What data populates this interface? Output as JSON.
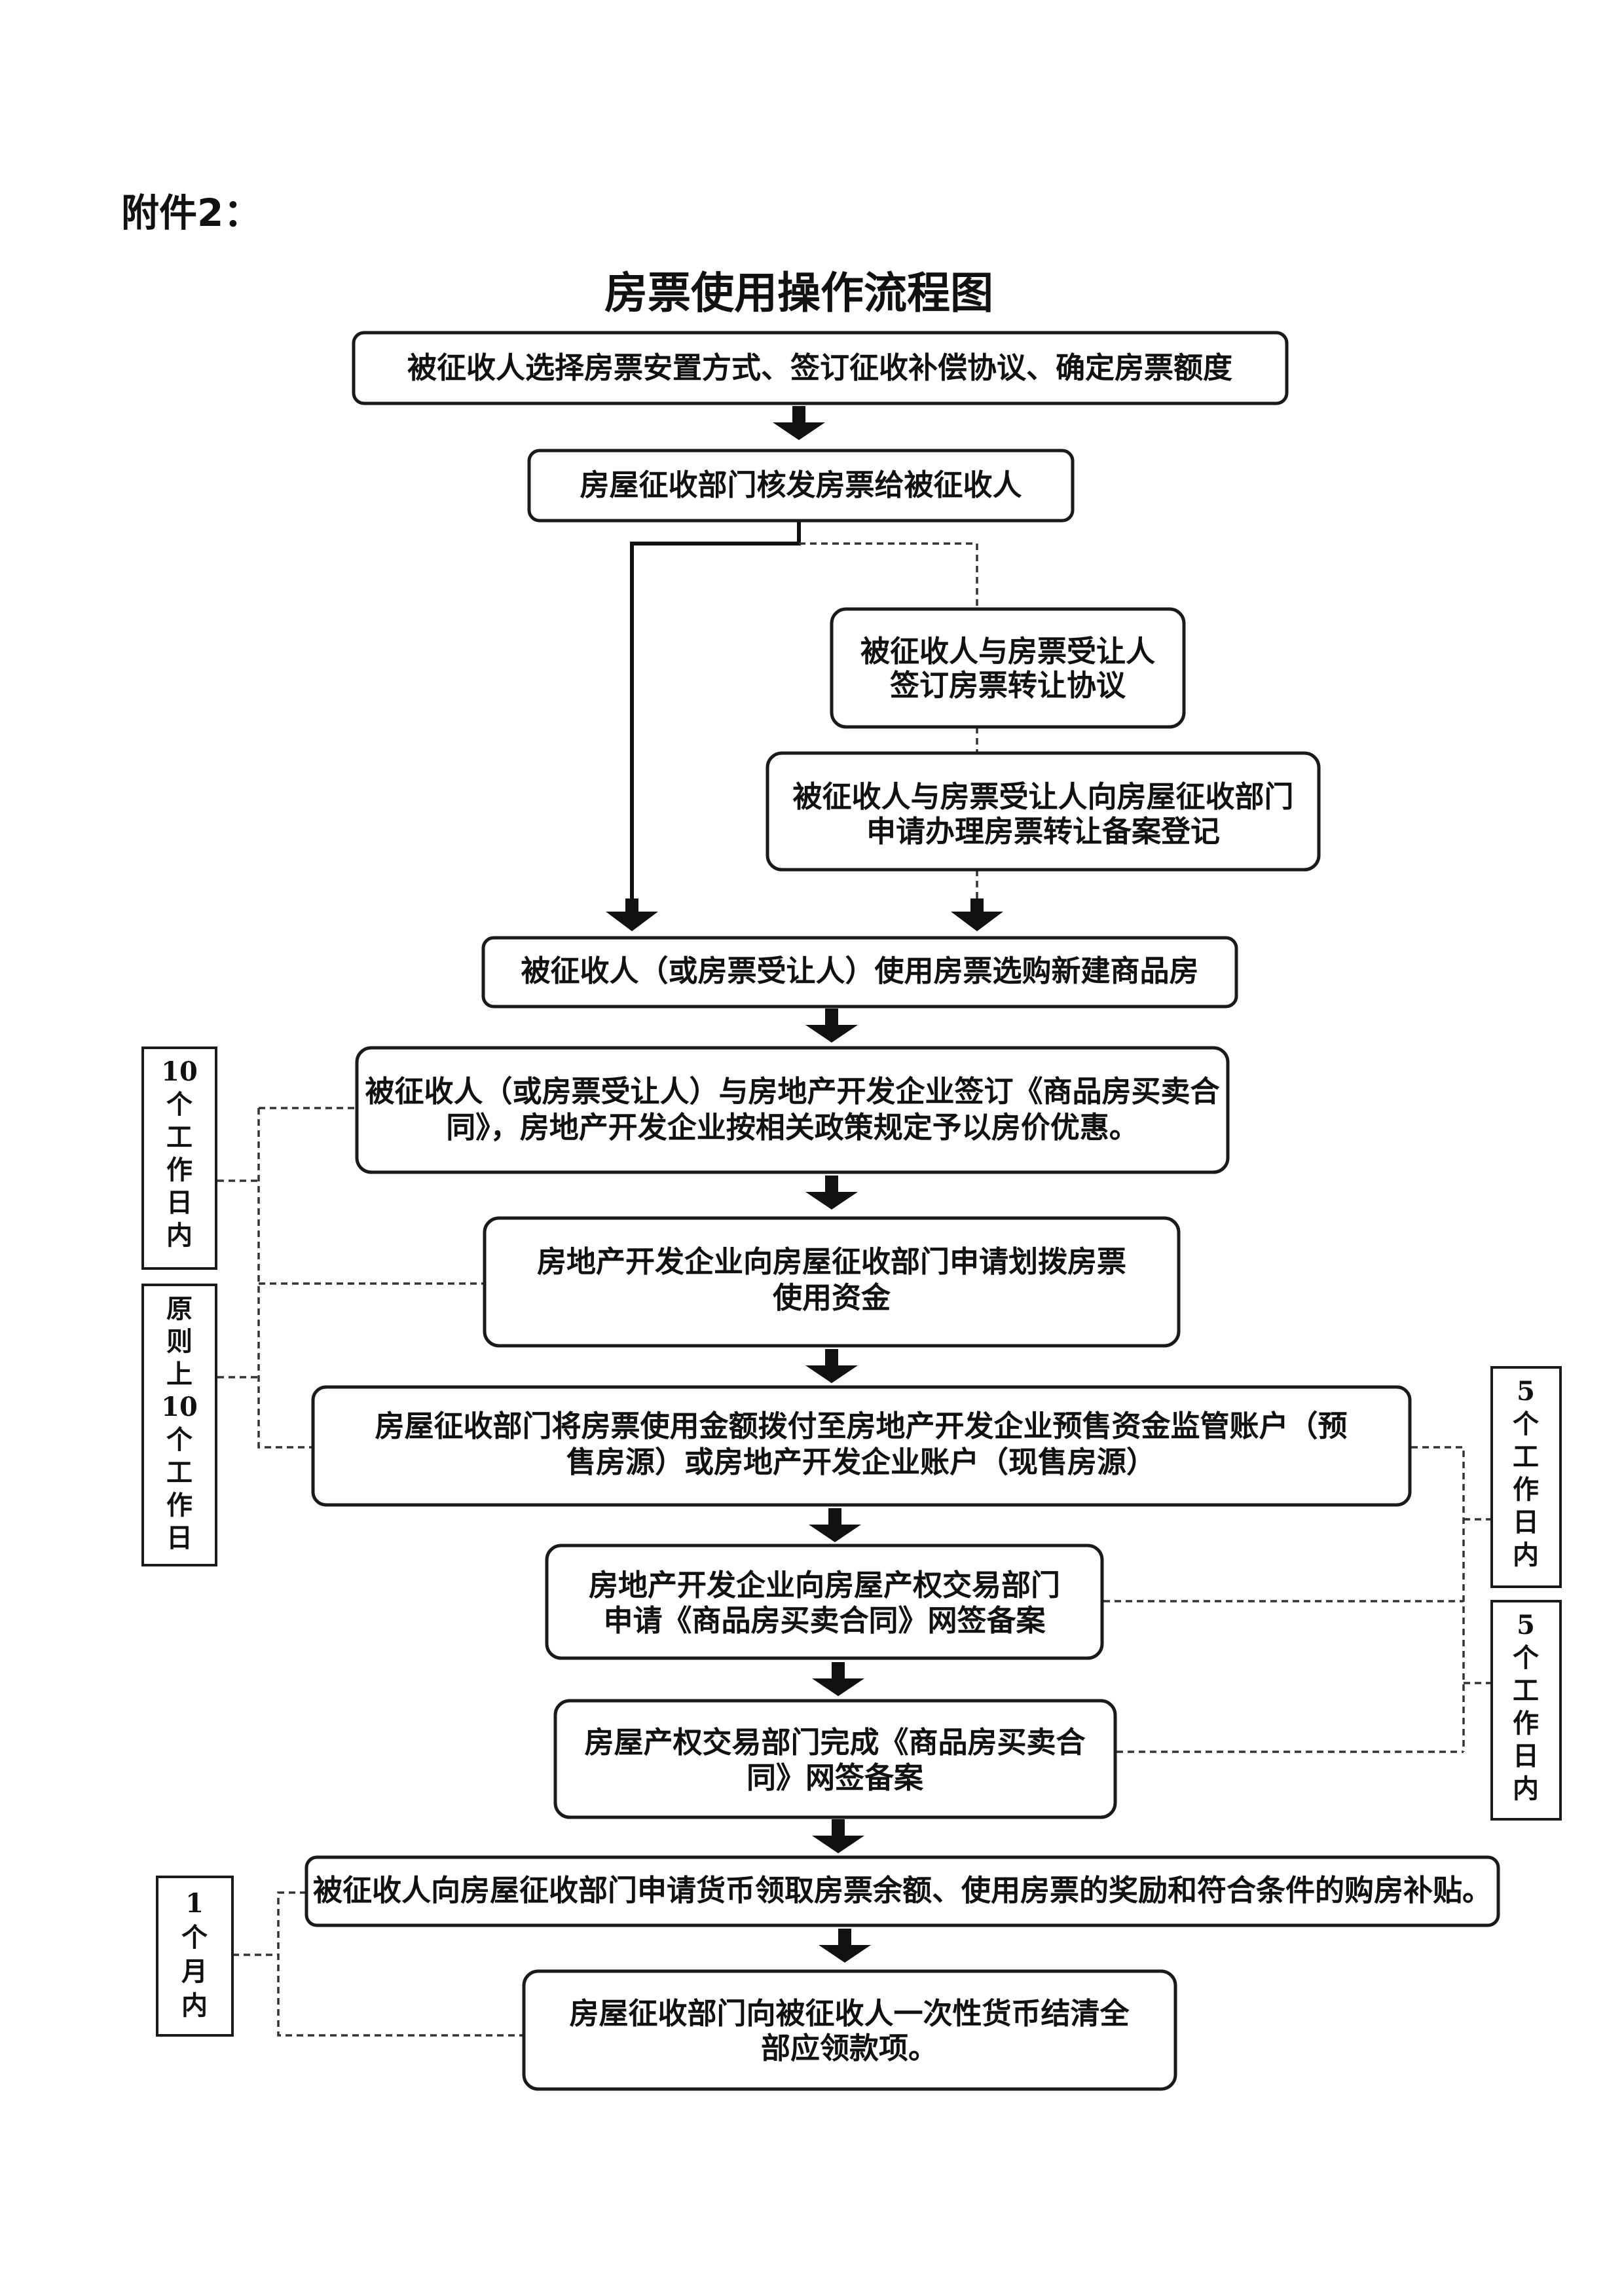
{
  "attachment_label": "附件2：",
  "title": "房票使用操作流程图",
  "nodes": [
    {
      "id": "n1",
      "lines": [
        "被征收人选择房票安置方式、签订征收补偿协议、确定房票额度"
      ]
    },
    {
      "id": "n2",
      "lines": [
        "房屋征收部门核发房票给被征收人"
      ]
    },
    {
      "id": "n3",
      "lines": [
        "被征收人与房票受让人",
        "签订房票转让协议"
      ]
    },
    {
      "id": "n4",
      "lines": [
        "被征收人与房票受让人向房屋征收部门",
        "申请办理房票转让备案登记"
      ]
    },
    {
      "id": "n5",
      "lines": [
        "被征收人（或房票受让人）使用房票选购新建商品房"
      ]
    },
    {
      "id": "n6",
      "lines": [
        "被征收人（或房票受让人）与房地产开发企业签订《商品房买卖合",
        "同》，房地产开发企业按相关政策规定予以房价优惠。"
      ]
    },
    {
      "id": "n7",
      "lines": [
        "房地产开发企业向房屋征收部门申请划拨房票",
        "使用资金"
      ]
    },
    {
      "id": "n8",
      "lines": [
        "房屋征收部门将房票使用金额拨付至房地产开发企业预售资金监管账户（预",
        "售房源）或房地产开发企业账户（现售房源）"
      ]
    },
    {
      "id": "n9",
      "lines": [
        "房地产开发企业向房屋产权交易部门",
        "申请《商品房买卖合同》网签备案"
      ]
    },
    {
      "id": "n10",
      "lines": [
        "房屋产权交易部门完成《商品房买卖合",
        "同》网签备案"
      ]
    },
    {
      "id": "n11",
      "lines": [
        "被征收人向房屋征收部门申请货币领取房票余额、使用房票的奖励和符合条件的购房补贴。"
      ]
    },
    {
      "id": "n12",
      "lines": [
        "房屋征收部门向被征收人一次性货币结清全",
        "部应领款项。"
      ]
    }
  ],
  "side_notes": [
    {
      "id": "s1",
      "lines": [
        "10",
        "个",
        "工",
        "作",
        "日",
        "内"
      ]
    },
    {
      "id": "s2",
      "lines": [
        "原",
        "则",
        "上",
        "10",
        "个",
        "工",
        "作",
        "日"
      ]
    },
    {
      "id": "s3",
      "lines": [
        "5",
        "个",
        "工",
        "作",
        "日",
        "内"
      ]
    },
    {
      "id": "s4",
      "lines": [
        "5",
        "个",
        "工",
        "作",
        "日",
        "内"
      ]
    },
    {
      "id": "s5",
      "lines": [
        "1",
        "个",
        "月",
        "内"
      ]
    }
  ]
}
